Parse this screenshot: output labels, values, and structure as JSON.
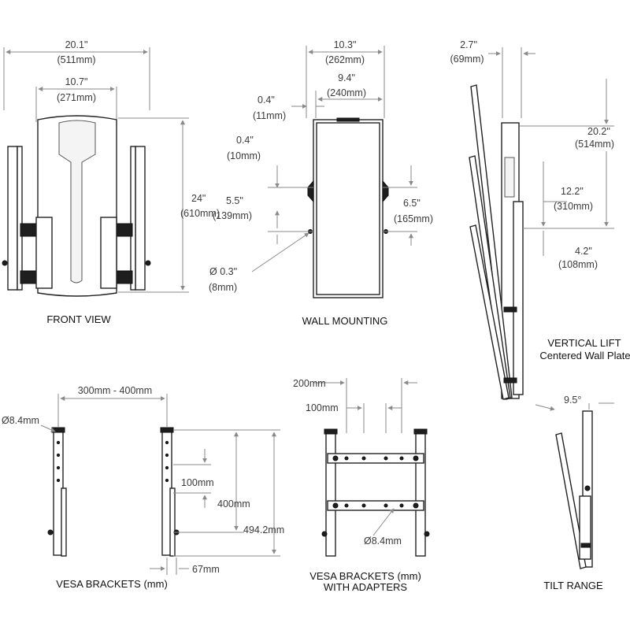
{
  "front_view": {
    "caption": "FRONT VIEW",
    "width_in": "20.1\"",
    "width_mm": "(511mm)",
    "inner_in": "10.7\"",
    "inner_mm": "(271mm)",
    "height_in": "24\"",
    "height_mm": "(610mm)"
  },
  "wall_mounting": {
    "caption": "WALL MOUNTING",
    "width_in": "10.3\"",
    "width_mm": "(262mm)",
    "inner_in": "9.4\"",
    "inner_mm": "(240mm)",
    "side_in": "0.4\"",
    "side_mm": "(11mm)",
    "top_in": "0.4\"",
    "top_mm": "(10mm)",
    "left_in": "5.5\"",
    "left_mm": "(139mm)",
    "right_in": "6.5\"",
    "right_mm": "(165mm)",
    "hole_in": "Ø 0.3\"",
    "hole_mm": "(8mm)"
  },
  "vertical_lift": {
    "caption_line1": "VERTICAL LIFT",
    "caption_line2": "Centered Wall Plate",
    "depth_in": "2.7\"",
    "depth_mm": "(69mm)",
    "lift_in": "20.2\"",
    "lift_mm": "(514mm)",
    "center_in": "12.2\"",
    "center_mm": "(310mm)",
    "low_in": "4.2\"",
    "low_mm": "(108mm)"
  },
  "vesa_brackets": {
    "caption": "VESA BRACKETS (mm)",
    "spacing": "300mm - 400mm",
    "hole": "Ø8.4mm",
    "d100": "100mm",
    "d400": "400mm",
    "d494": "494.2mm",
    "d67": "67mm"
  },
  "vesa_adapters": {
    "caption_line1": "VESA BRACKETS (mm)",
    "caption_line2": "WITH ADAPTERS",
    "d200": "200mm",
    "d100": "100mm",
    "hole": "Ø8.4mm"
  },
  "tilt_range": {
    "caption": "TILT RANGE",
    "angle": "9.5°"
  }
}
